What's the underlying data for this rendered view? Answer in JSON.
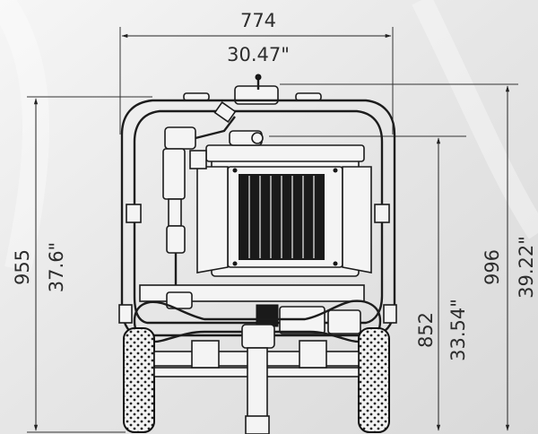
{
  "dimensions": {
    "width": {
      "mm": "774",
      "in": "30.47\""
    },
    "left_height": {
      "mm": "955",
      "in": "37.6\""
    },
    "frame_height": {
      "mm": "852",
      "in": "33.54\""
    },
    "total_height": {
      "mm": "996",
      "in": "39.22\""
    }
  },
  "colors": {
    "background": "#e9e9e9",
    "line": "#1c1c1c",
    "text": "#2d2d2d"
  },
  "icons": [
    "hydraulic-power-unit-front-drawing"
  ]
}
